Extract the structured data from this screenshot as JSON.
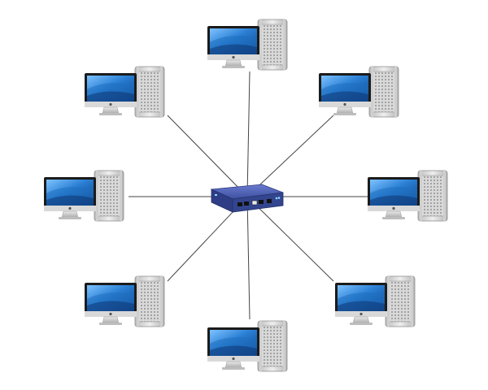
{
  "diagram": {
    "topology": "star",
    "hub": {
      "kind": "network-switch",
      "icon": "network-switch-icon"
    },
    "nodes": [
      {
        "kind": "desktop-computer",
        "icon": "desktop-computer-icon",
        "position": "top"
      },
      {
        "kind": "desktop-computer",
        "icon": "desktop-computer-icon",
        "position": "top-right"
      },
      {
        "kind": "desktop-computer",
        "icon": "desktop-computer-icon",
        "position": "right"
      },
      {
        "kind": "desktop-computer",
        "icon": "desktop-computer-icon",
        "position": "bottom-right"
      },
      {
        "kind": "desktop-computer",
        "icon": "desktop-computer-icon",
        "position": "bottom"
      },
      {
        "kind": "desktop-computer",
        "icon": "desktop-computer-icon",
        "position": "bottom-left"
      },
      {
        "kind": "desktop-computer",
        "icon": "desktop-computer-icon",
        "position": "left"
      },
      {
        "kind": "desktop-computer",
        "icon": "desktop-computer-icon",
        "position": "top-left"
      }
    ],
    "colors": {
      "line": "#444444",
      "switch": "#3d4f9e",
      "screen": "#1f6fc0",
      "bezel": "#1b1b1b",
      "tower": "#d4d4d4"
    }
  }
}
